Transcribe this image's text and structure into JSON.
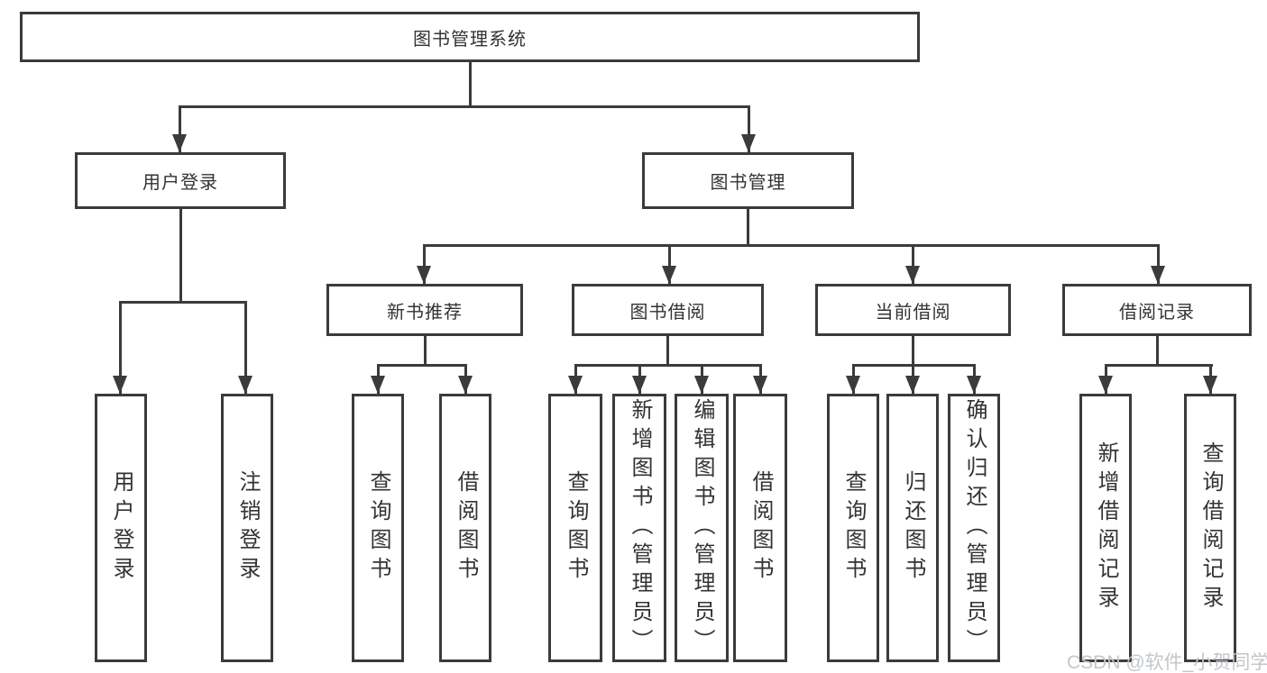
{
  "diagram": {
    "title": "图书管理系统",
    "level2": {
      "user_login": "用户登录",
      "book_management": "图书管理"
    },
    "level3": {
      "new_book_recommend": "新书推荐",
      "book_borrow": "图书借阅",
      "current_borrow": "当前借阅",
      "borrow_records": "借阅记录"
    },
    "leaves": {
      "user_login": [
        "用户登录",
        "注销登录"
      ],
      "new_book_recommend": [
        "查询图书",
        "借阅图书"
      ],
      "book_borrow": [
        "查询图书",
        "新增图书（管理员）",
        "编辑图书（管理员）",
        "借阅图书"
      ],
      "current_borrow": [
        "查询图书",
        "归还图书",
        "确认归还（管理员）"
      ],
      "borrow_records": [
        "新增借阅记录",
        "查询借阅记录"
      ]
    },
    "watermark": "CSDN @软件_小贺同学"
  },
  "colors": {
    "line": "#3b3b3b",
    "text": "#333333",
    "background": "#ffffff",
    "watermark": "#c3c7cb"
  }
}
